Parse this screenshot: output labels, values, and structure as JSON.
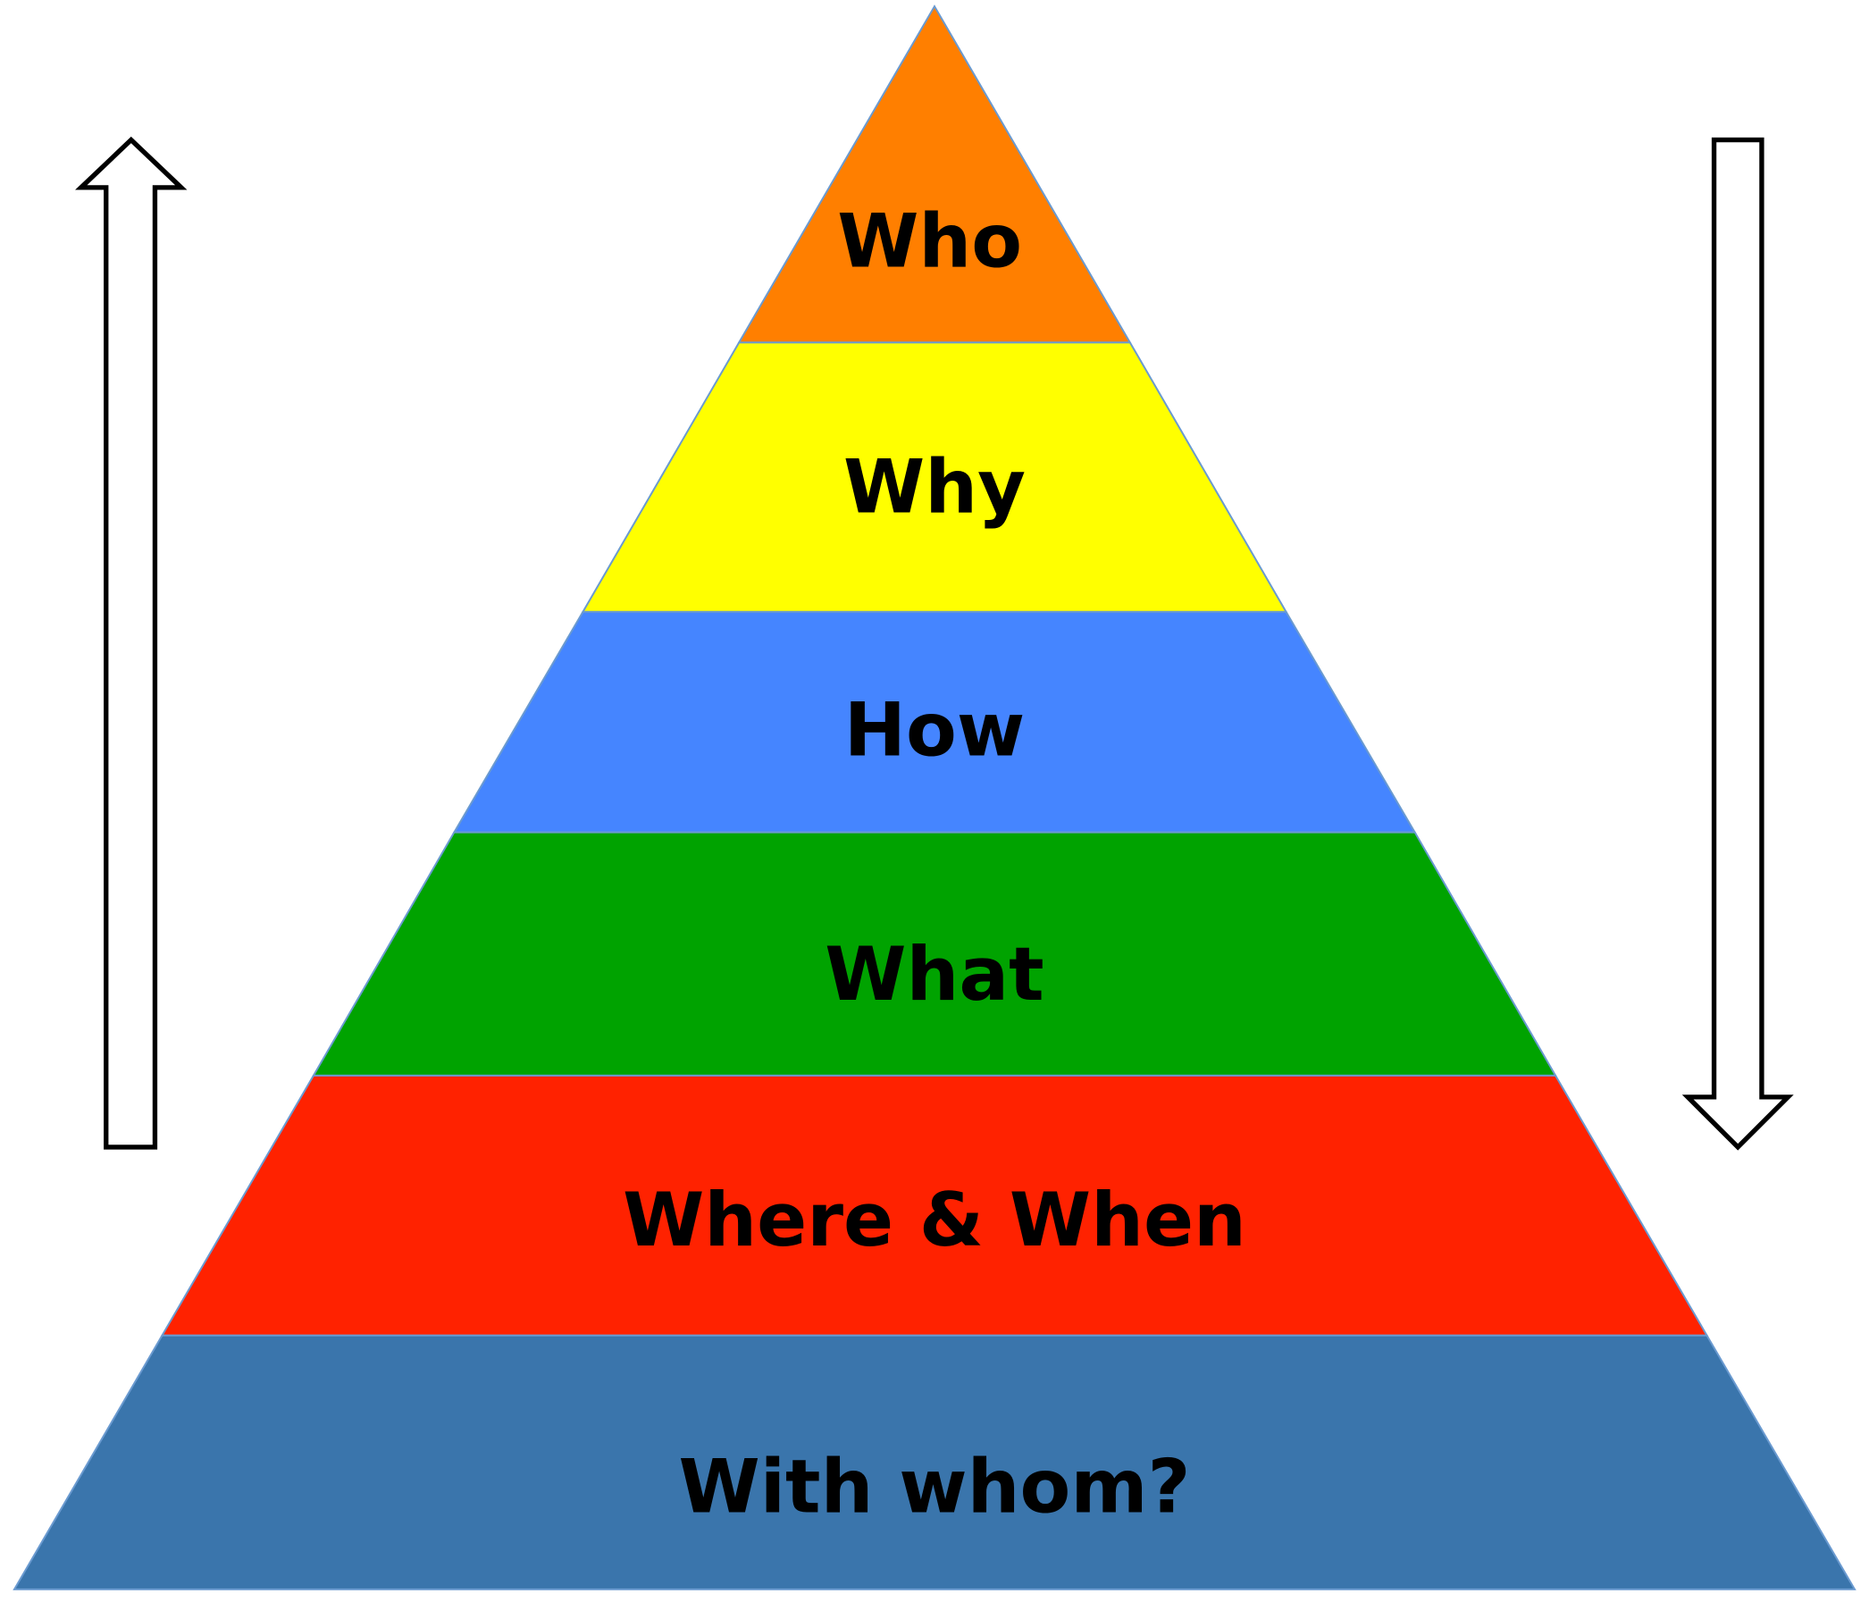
{
  "pyramid": {
    "levels": [
      {
        "label": "Who",
        "color": "#FF7F00"
      },
      {
        "label": "Why",
        "color": "#FFFF00"
      },
      {
        "label": "How",
        "color": "#4585FF"
      },
      {
        "label": "What",
        "color": "#00A300"
      },
      {
        "label": "Where & When",
        "color": "#FF2200"
      },
      {
        "label": "With whom?",
        "color": "#3A75AC"
      }
    ]
  },
  "arrows": {
    "left": "arrow-up",
    "right": "arrow-down"
  }
}
